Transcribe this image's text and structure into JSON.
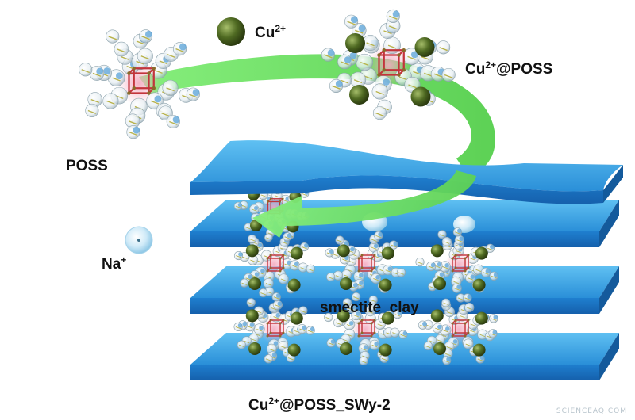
{
  "labels": {
    "cu_ion": {
      "main": "Cu",
      "sup": "2+"
    },
    "cu_poss": {
      "sup_base": "Cu",
      "sup": "2+",
      "rest": "@POSS"
    },
    "poss": "POSS",
    "na_ion": {
      "main": "Na",
      "sup": "+"
    },
    "clay": "smectite  clay",
    "product": {
      "base": "Cu",
      "sup": "2+",
      "rest": "@POSS_SWy-2"
    }
  },
  "watermark": "SCIENCEAQ.COM",
  "colors": {
    "clay_top": "#2e9be0",
    "clay_front": "#1a6fbf",
    "arrow": "#6fe06a",
    "cu_ion": "#4a6420",
    "na_ion": "#bfe4f6",
    "cage_bond": "#c3343c"
  }
}
